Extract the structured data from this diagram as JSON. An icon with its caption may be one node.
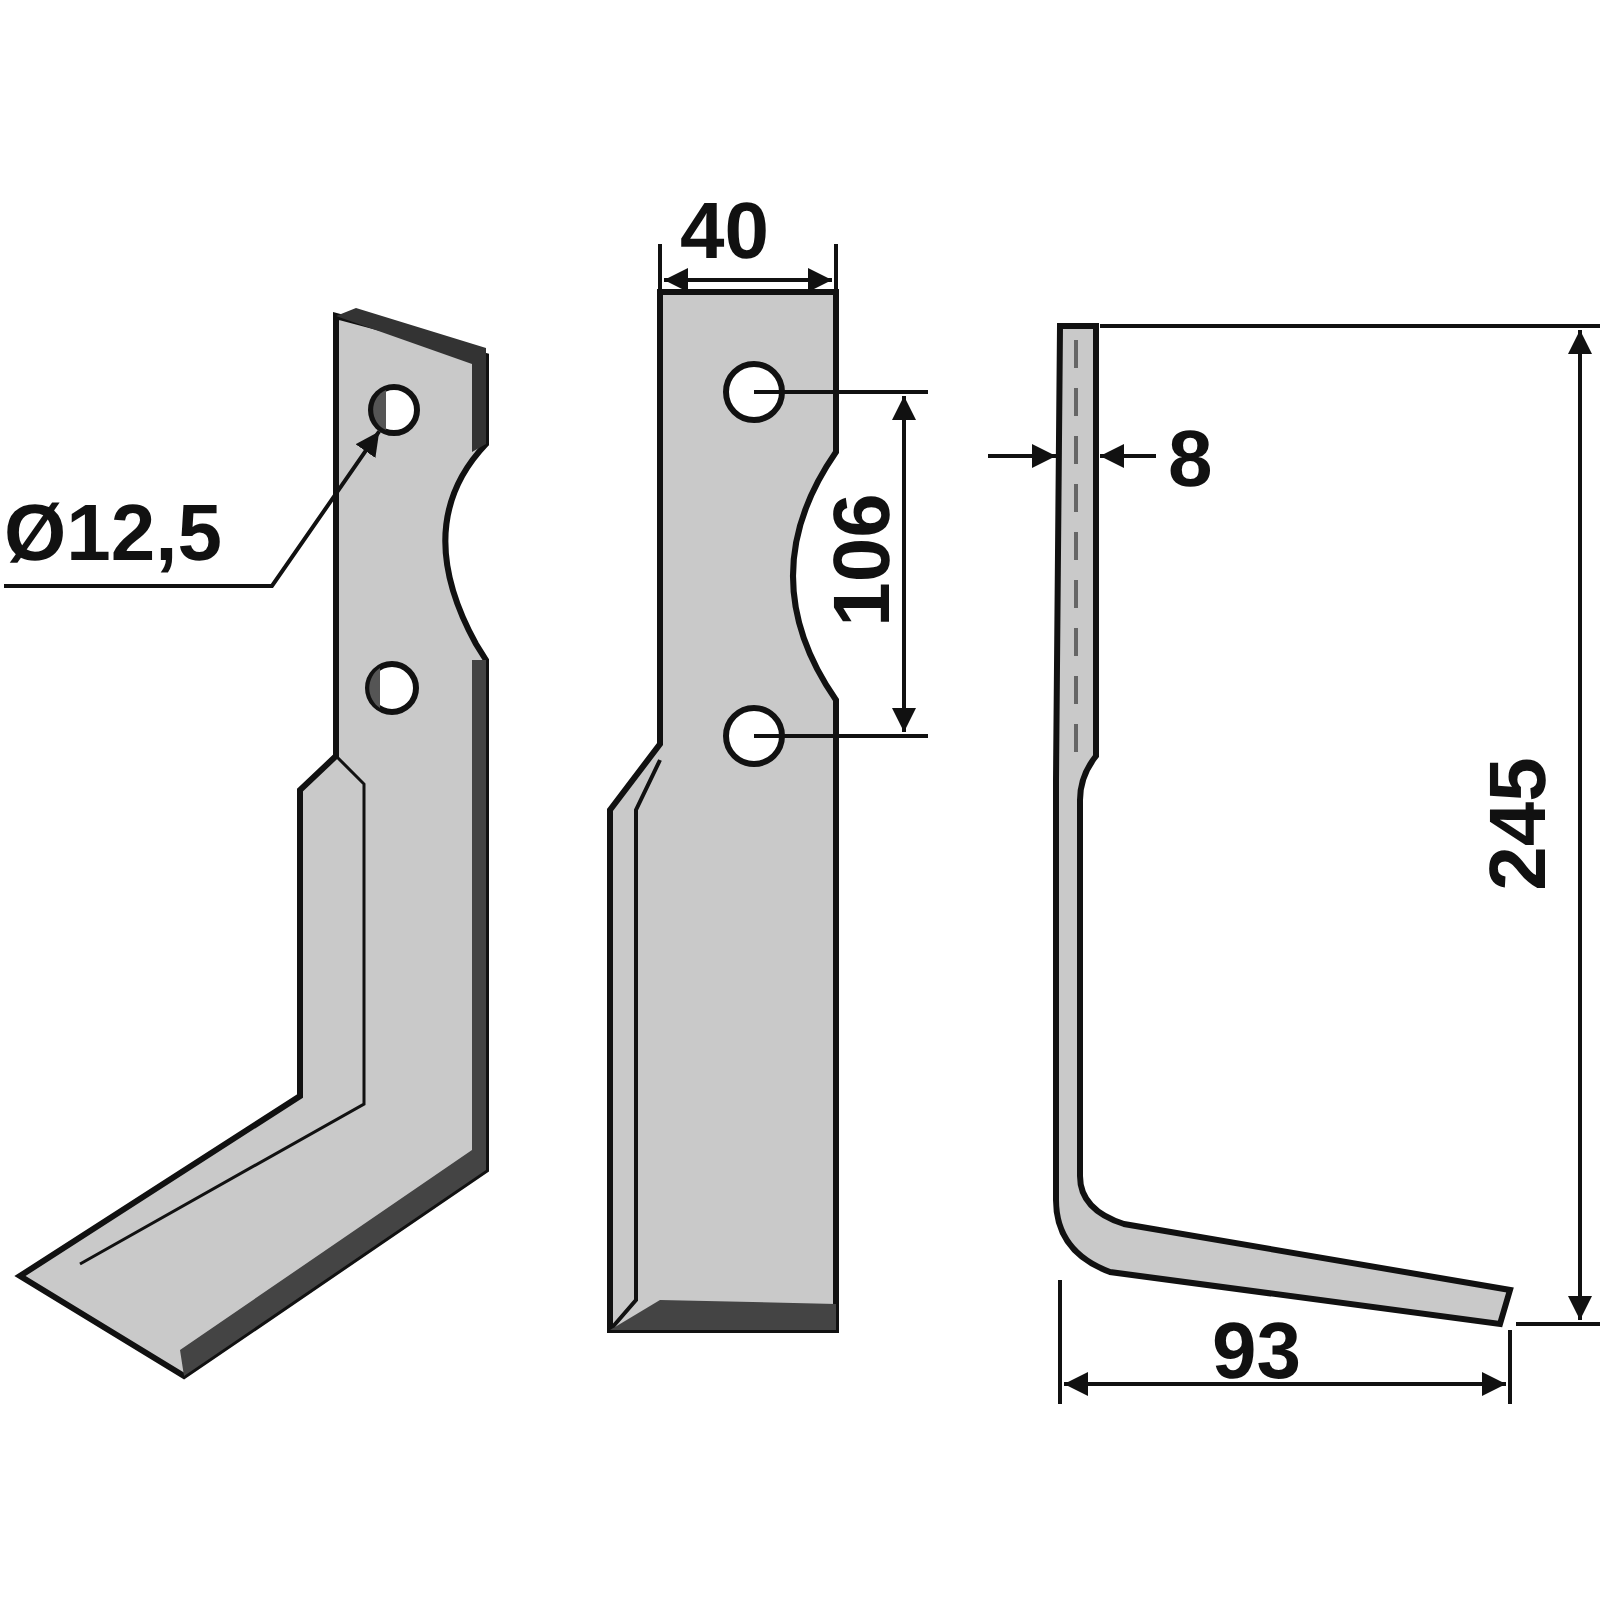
{
  "diagram": {
    "nodes": [
      {
        "text": [
          "Ø12,5"
        ]
      },
      {
        "text": [],
        "shape": "circle"
      }
    ],
    "edges": [
      {
        "from": 0,
        "to": 1,
        "arrow": "to"
      }
    ],
    "labels": [
      "40",
      "106",
      "8",
      "245",
      "93"
    ]
  }
}
